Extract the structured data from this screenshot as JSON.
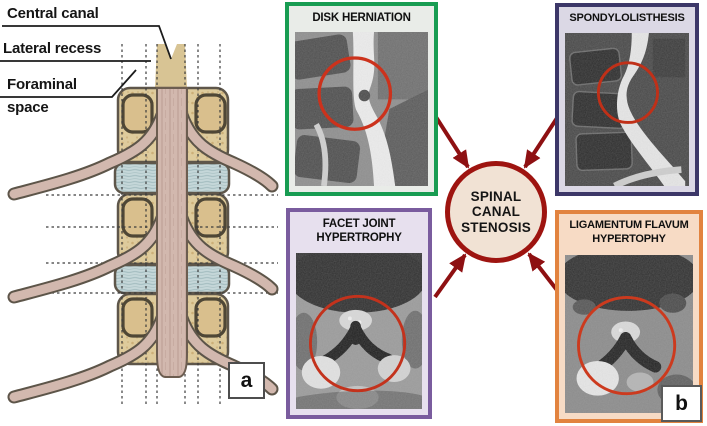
{
  "panel_a": {
    "letter": "a",
    "annotations": {
      "central_canal": "Central canal",
      "lateral_recess": "Lateral recess",
      "foraminal_line1": "Foraminal",
      "foraminal_line2": "space"
    }
  },
  "mri_panels": {
    "disk_herniation": {
      "title": "DISK HERNIATION",
      "border": "#189c52",
      "header_bg": "#e9ece8"
    },
    "spondylolisthesis": {
      "title": "SPONDYLOLISTHESIS",
      "border": "#3c3768",
      "header_bg": "#dbd8e5"
    },
    "facet_joint": {
      "title_line1": "FACET JOINT",
      "title_line2": "HYPERTROPHY",
      "border": "#7a5c9e",
      "header_bg": "#e7e0ee"
    },
    "ligamentum_flavum": {
      "title_line1": "LIGAMENTUM FLAVUM",
      "title_line2": "HYPERTOPHY",
      "border": "#e2833f",
      "header_bg": "#f7dbc5"
    }
  },
  "center_node": {
    "line1": "SPINAL",
    "line2": "CANAL",
    "line3": "STENOSIS",
    "fill": "#f1e2d4",
    "border": "#9e1410"
  },
  "panel_b": {
    "letter": "b"
  },
  "colors": {
    "arrow": "#8e1012",
    "annotation_circle": "#cc321c",
    "bone": "#decb9c",
    "disc": "#c5d7d9",
    "cord": "#d2b8ae"
  }
}
